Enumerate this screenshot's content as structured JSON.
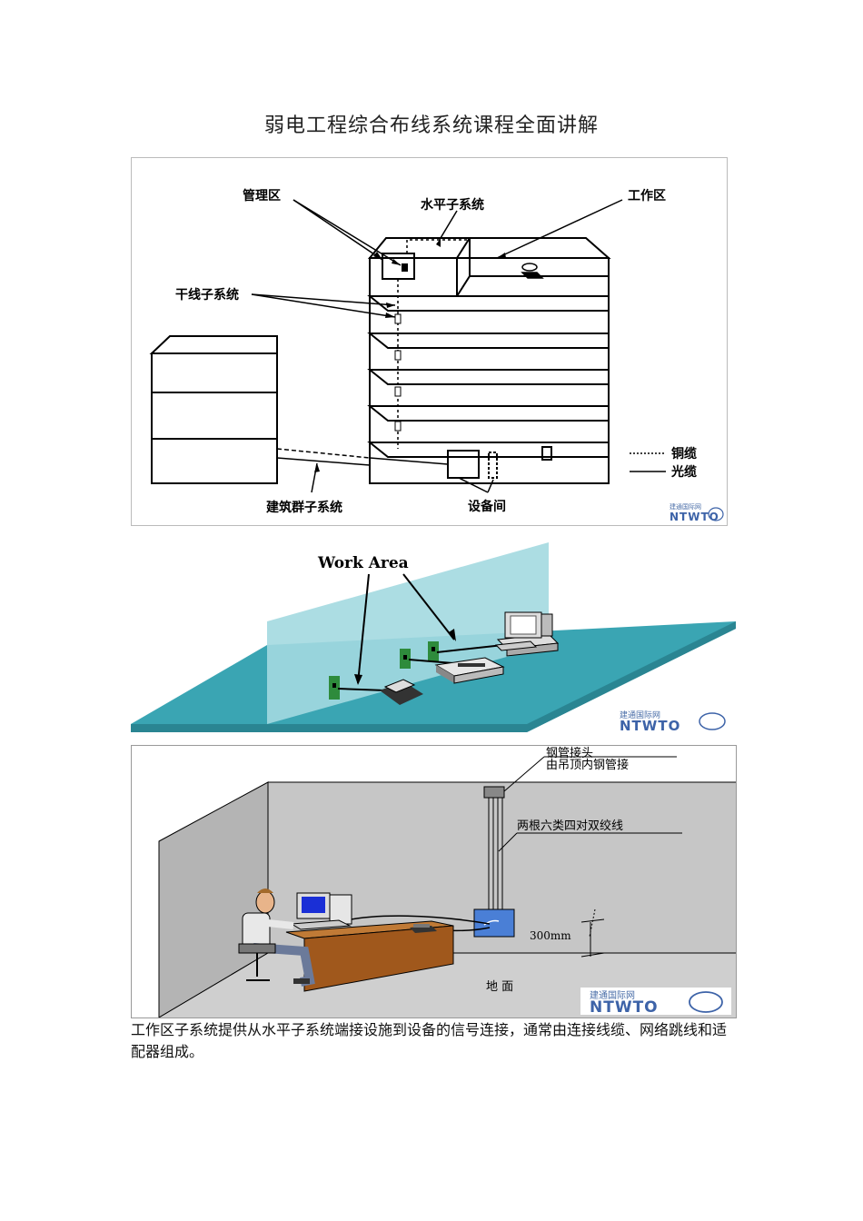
{
  "document": {
    "title": "弱电工程综合布线系统课程全面讲解",
    "paragraph": "工作区子系统提供从水平子系统端接设施到设备的信号连接，通常由连接线缆、网络跳线和适配器组成。"
  },
  "figure1": {
    "labels": {
      "management": "管理区",
      "horizontal": "水平子系统",
      "work_area": "工作区",
      "backbone": "干线子系统",
      "campus": "建筑群子系统",
      "equipment_room": "设备间",
      "legend_copper": "铜缆",
      "legend_fiber": "光缆"
    },
    "logo_small": "建通国际网",
    "logo_big": "NTWTO"
  },
  "figure2": {
    "labels": {
      "work_area": "Work Area"
    },
    "logo_small": "建通国际网",
    "logo_big": "NTWTO"
  },
  "figure3": {
    "labels": {
      "steel_pipe_joint": "钢管接头",
      "from_ceiling": "由吊顶内钢管接",
      "cables": "两根六类四对双绞线",
      "height": "300mm",
      "floor": "地 面"
    },
    "logo_small": "建通国际网",
    "logo_big": "NTWTO"
  },
  "colors": {
    "wall_blue": "#a3d9e0",
    "floor_teal": "#3aa5b3",
    "desk_brown": "#a0581c",
    "outlet_green": "#2e8b3c",
    "outlet_box_blue": "#4a7fd6"
  }
}
